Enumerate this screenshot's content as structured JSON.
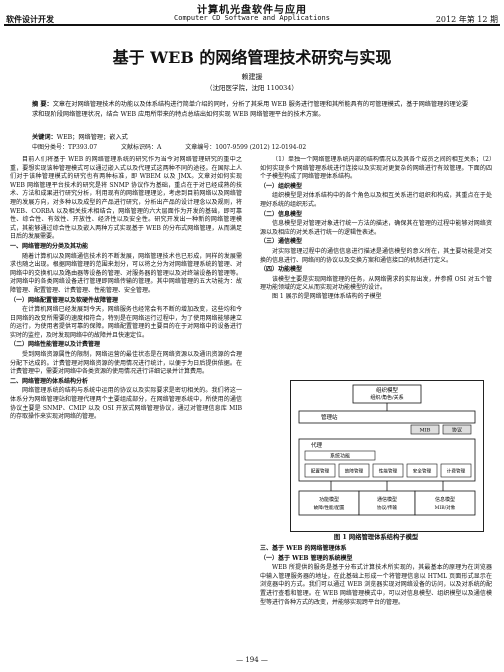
{
  "header": {
    "journal_cn": "计算机光盘软件与应用",
    "section": "软件设计开发",
    "journal_en": "Computer CD Software and Applications",
    "issue": "2012 年第 12 期"
  },
  "title": "基于 WEB 的网络管理技术研究与实现",
  "author": "赖建援",
  "affiliation": "（沈阳医学院，沈阳 110034）",
  "abstract": {
    "label": "摘  要：",
    "text": "文章在对网络管理技术的功能以及体系结构进行简单介绍的同时，分析了其采用 WEB 服务进行管理和其所能具有的可管理模式，基于网络管理的理论要求和现阶段网络管理状况，结合 WEB 应用所带来的特点总结出如何实现 WEB 网络管理平台的技术方案。"
  },
  "keywords": {
    "label": "关键词：",
    "text": "WEB；网络管理；嵌入式"
  },
  "classification": {
    "clc": "中图分类号：TP393.07",
    "doc_code": "文献标识码：A",
    "article_id": "文章编号：1007-9599 (2012) 12-0194-02"
  },
  "left_column": [
    {
      "type": "p",
      "text": "目前人们将基于 WEB 的网络管理系统的研究作为当今对网络管理研究的重中之重，要想实现该种管理模式可以通过嵌入式以及代理式这两种不同的途径。在国际上人们对于该种管理模式的研究也有两种标准，即 WBEM 以及 JMX。文章对如何实现 WEB 网络管理平台技术的研究是将 SNMP 协议作为基础，重点在于对已经成熟的技术、方法和成果进行研究分析，利用现有的网络管理理论，考虑到目前网络以及网络管理的发展方向，对多种以及成型的产品进行研究，分析出产品的设计理念以及规则，将 WEB、CORBA 以及相关技术相结合，网络管理的六大层面作为开发的基础，即可靠性、综合性、有效性、开放性、经济性以及安全性。研究开发出一种新的网络管理模式，其能够通过综合性以及嵌入两种方式实现基于 WEB 的分布式网络管理，从而满足日后的发展需要。"
    },
    {
      "type": "h",
      "text": "一、网络管理的分类及其功能"
    },
    {
      "type": "p",
      "text": "随着计算机以及网络通信技术的不断发展，网络管理技术也已形成，同样的发展需求也随之出现。根据网络管理的范围来划分，可以将之分为对网络管理系统的管理、对网络中的交换机以及路由器等设备的管理、对服务器的管理以及对终端设备的管理等。对网络中的各类网络设备进行管理即网络传输的管理。其中网络管理的五大功能为：故障管理、配置管理、计费管理、性能管理、安全管理。"
    },
    {
      "type": "h",
      "text": "（一）网络配置管理以及软硬件故障管理"
    },
    {
      "type": "p",
      "text": "在计算机网络已经发展到今天，网络服务也经常会有不断的增加改变，这些均和今日网络的改变所需要的速度相符合，特别是在网络运行过程中，为了使用网络能够建立的运行，为使用者提供可靠的保障。网络配置管理的主要目的在于对网络中的设备进行实时的监控，及时发现网络中的故障并且快速定位。"
    },
    {
      "type": "h",
      "text": "（二）网络性能管理以及计费管理"
    },
    {
      "type": "p",
      "text": "受到网络资源属性的限制，网络运营的最佳状态是在网络资源以及通讯资源的合理分配下达成的。计费管理对网络资源的使用情况进行统计，以便于为日后提供依据。在计费管理中，需要对网络中各类资源的使用情况进行详细记录并计算费用。"
    },
    {
      "type": "h",
      "text": "二、网络管理的体系结构分析"
    },
    {
      "type": "p",
      "text": "网络管理系统的结构与系统中运用的协议以及实际要求是密切相关的。我们将这一体系分为网络管理站和管理代理两个主要组成部分，在网络管理系统中，所使用的通信协议主要是 SNMP、CMIP 以及 OSI 开放式网络管理协议，通过对管理信息库 MIB 的存取操作来实现对网络的管理。"
    }
  ],
  "right_column": [
    {
      "type": "p",
      "text": "（1）单独一个网络管理系统内部的结构情况以及其各个成员之间的相互关系；（2）如何实现多个网络管理系统进行连接以及实现对更复杂的网络进行有效管理。下面的四个子模型构成了网络管理体系结构。"
    },
    {
      "type": "h",
      "text": "（一）组织模型"
    },
    {
      "type": "p",
      "text": "组织模型是对体系结构中的各个角色以及相互关系进行组织和构成，其重点在于处理好系统的组织形式。"
    },
    {
      "type": "h",
      "text": "（二）信息模型"
    },
    {
      "type": "p",
      "text": "信息模型是对管理对象进行统一方法的描述，确保其在管理的过程中能够对网络资源以及相应的对关系进行统一的逻辑性表述。"
    },
    {
      "type": "h",
      "text": "（三）通信模型"
    },
    {
      "type": "p",
      "text": "对实际管理过程中的通信信息进行描述是通信模型的意义所在，其主要功能是对交换的信息进行、网络间的协议以及交换方案和通信接口的机制进行定义。"
    },
    {
      "type": "h",
      "text": "（四）功能模型"
    },
    {
      "type": "p",
      "text": "该模型主要是实现网络管理的任务，从网络需求的实际出发，并参照 OSI 对五个管理功能领域的定义从而实现对功能模型的设计。"
    },
    {
      "type": "p",
      "text": "图 1  展示的是网络管理体系结构的子模型"
    }
  ],
  "figure": {
    "top_box": "组织模型\n组织/角色/关系",
    "manager_box": "管理站",
    "agent_box": "代理",
    "label_mib": "MIB",
    "label_protocol": "协议",
    "func_box": "系统功能",
    "sub_boxes": [
      "配置管理",
      "故障管理",
      "性能管理",
      "安全管理",
      "计费管理"
    ],
    "bottom_left": "功能模型\n故障/性能/配置",
    "bottom_mid": "通信模型\n协议/传输",
    "bottom_right": "信息模型\nMIB/对象"
  },
  "figure_caption": "图 1  网络管理体系结构子模型",
  "right_after_fig": [
    {
      "type": "h",
      "text": "三、基于 WEB 的网络管理体系"
    },
    {
      "type": "h",
      "text": "（一）基于 WEB 管理的系统模型"
    },
    {
      "type": "p",
      "text": "WEB 所提供的服务是基于分布式计算技术所实现的，其最基本的原理为在浏览器中输入管理服务器的地址，在此基础上形成一个将管理信息以 HTML 页面形式显示在浏览器中的方式。我们可以通过 WEB 浏览器实现对网络设备的访问，以及对系统的配置进行查看和管理。在 WEB 网络管理模式中，可以对信息模型、组织模型以及通信模型等进行各种方式的改变，并能够实现跨平台的管理。"
    }
  ],
  "page_number": "— 194 —"
}
